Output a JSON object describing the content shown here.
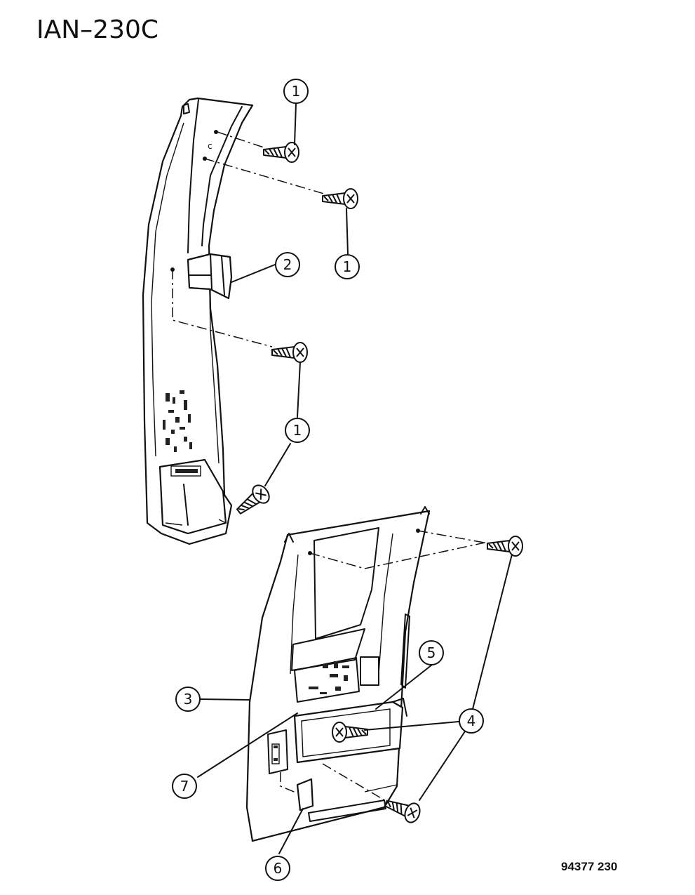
{
  "diagram": {
    "code": "IAN–230C",
    "reference_number": "94377  230"
  },
  "callouts": [
    {
      "number": "1"
    },
    {
      "number": "1"
    },
    {
      "number": "1"
    },
    {
      "number": "2"
    },
    {
      "number": "3"
    },
    {
      "number": "4"
    },
    {
      "number": "5"
    },
    {
      "number": "6"
    },
    {
      "number": "7"
    }
  ],
  "colors": {
    "line": "#111111",
    "background": "#ffffff"
  }
}
